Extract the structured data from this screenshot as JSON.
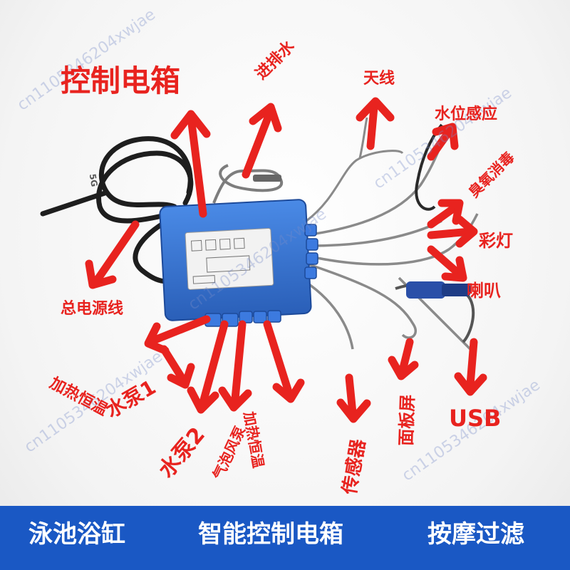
{
  "labels": {
    "control_box": "控制电箱",
    "water_inlet": "进排水",
    "antenna": "天线",
    "water_level": "水位感应",
    "ozone": "臭氧消毒",
    "color_light": "彩灯",
    "speaker": "喇叭",
    "power_cord": "总电源线",
    "heater_1": "加热恒温",
    "pump_1": "水泵1",
    "pump_2": "水泵2",
    "air_pump": "气泡风泵",
    "heater_2": "加热恒温",
    "sensor": "传感器",
    "panel": "面板屏",
    "usb": "USB"
  },
  "cable_tag": "5G",
  "watermark": "cn1105346204xwjae",
  "banner": {
    "left": "泳池浴缸",
    "center": "智能控制电箱",
    "right": "按摩过滤"
  },
  "colors": {
    "label_red": "#e8231f",
    "box_blue": "#2f6fd0",
    "banner_blue": "#1a58c4",
    "cable_dark": "#222222",
    "cable_grey": "#8a8a8a"
  }
}
